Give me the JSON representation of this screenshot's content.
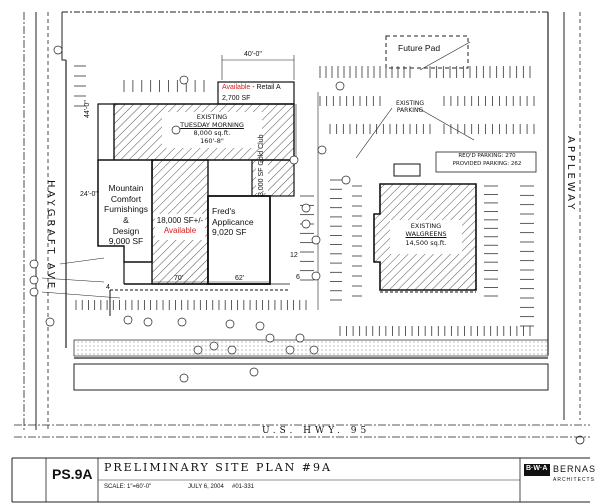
{
  "streets": {
    "west": "HAYGRAFT AVE",
    "east": "APPLEWAY",
    "south": "U.S. HWY. 95"
  },
  "buildings": {
    "future_pad": "Future Pad",
    "retail_a_available": "Available",
    "retail_a_name": " - Retail A",
    "retail_a_size": "2,700 SF",
    "tuesday_existing": "EXISTING",
    "tuesday_name": "TUESDAY MORNING",
    "tuesday_size": "8,000 sq.ft.",
    "tuesday_dim": "160'-8\"",
    "mountain_lines": [
      "Mountain",
      "Comfort",
      "Furnishings",
      "&",
      "Design",
      "9,000 SF"
    ],
    "middle_size": "18,000 SF+/-",
    "middle_available": "Available",
    "freds_lines": [
      "Fred's",
      "Applicance",
      "9,020 SF"
    ],
    "gold_club": "3,000 SF Gold Club",
    "walgreens_existing": "EXISTING",
    "walgreens_name": "WALGREENS",
    "walgreens_size": "14,500 sq.ft."
  },
  "annotations": {
    "existing_parking_1": "EXISTING",
    "existing_parking_2": "PARKING",
    "reqd_parking": "REQ'D PARKING: 270",
    "provided_parking": "PROVIDED PARKING: 262",
    "dim_40": "40'-0\"",
    "dim_44": "44'-0\"",
    "dim_24": "24'-0\"",
    "dim_70": "70'",
    "dim_62": "62'",
    "dim_12": "12",
    "dim_4": "4",
    "dim_6": "6"
  },
  "title_block": {
    "sheet": "PS.9A",
    "title": "PRELIMINARY SITE PLAN #9A",
    "scale": "SCALE: 1\"=60'-0\"",
    "date": "JULY 6, 2004",
    "job": "#01-331",
    "firm": "B·W·A",
    "firm_name": "BERNAS",
    "firm_sub": "ARCHITECTS"
  }
}
